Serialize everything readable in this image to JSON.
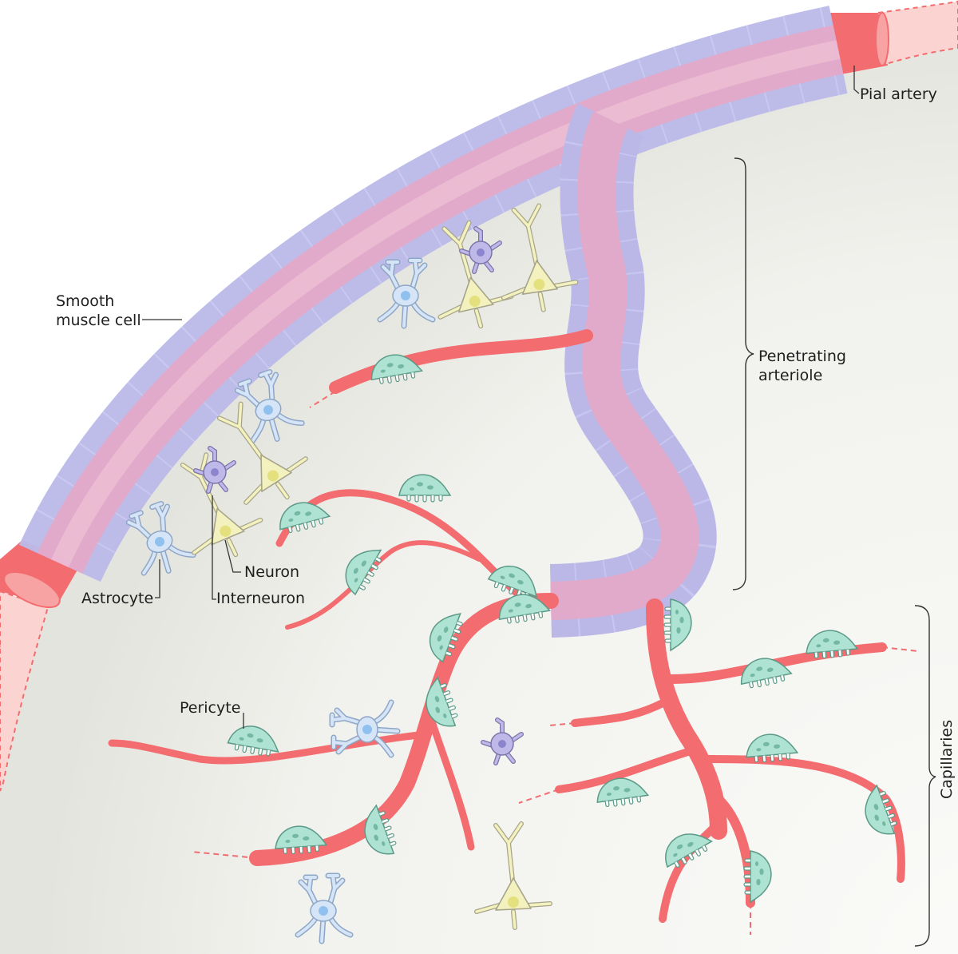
{
  "labels": {
    "pial_artery": "Pial artery",
    "smooth_muscle_line1": "Smooth",
    "smooth_muscle_line2": "muscle cell",
    "penetrating_line1": "Penetrating",
    "penetrating_line2": "arteriole",
    "neuron": "Neuron",
    "astrocyte": "Astrocyte",
    "interneuron": "Interneuron",
    "pericyte": "Pericyte",
    "capillaries": "Capillaries"
  },
  "colors": {
    "vessel": "#f36c6f",
    "vessel_light": "#f7a3a3",
    "smooth_muscle": "#b9b9ee",
    "pericyte": "#a8e0d0",
    "astrocyte": "#cfe0f6",
    "astrocyte_nucleus": "#8fc0ee",
    "neuron": "#f1efb6",
    "interneuron": "#b8b2e6",
    "tissue": "#efefeb"
  },
  "icons": [
    "astrocyte-icon",
    "neuron-icon",
    "interneuron-icon",
    "pericyte-icon",
    "smooth-muscle-cell-icon"
  ]
}
